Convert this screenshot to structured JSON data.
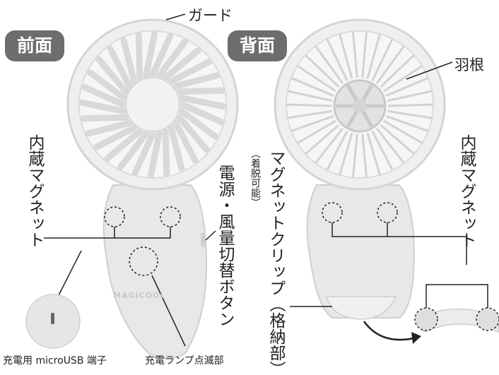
{
  "badges": {
    "front": "前面",
    "back": "背面"
  },
  "labels": {
    "guard": "ガード",
    "blade": "羽根",
    "magnet_front": "内蔵マグネット",
    "magnet_back": "内蔵マグネット",
    "power_button": "電源・風量切替ボタン",
    "clip": "マグネットクリップ（格納部）",
    "detachable": "（着脱可能）",
    "usb_port": "充電用 microUSB 端子",
    "lamp": "充電ランプ点滅部"
  },
  "logo": "MAGICOOL",
  "colors": {
    "badge_bg": "#6d6d6d",
    "body": "#e9e9e9",
    "outline": "#cfcfcf",
    "line": "#222222"
  }
}
